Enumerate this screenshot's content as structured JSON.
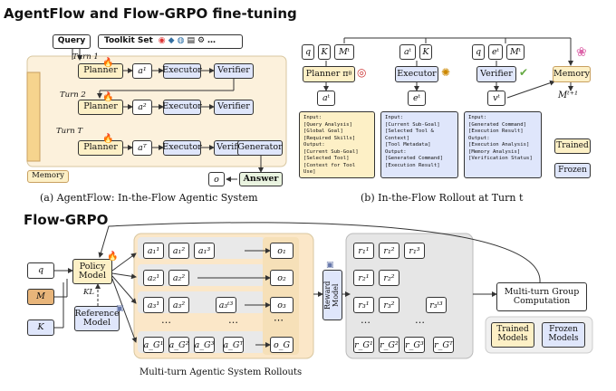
{
  "title_top": "AgentFlow and Flow-GRPO fine-tuning",
  "title_bottom": "Flow-GRPO",
  "panel_a": {
    "query": "Query",
    "toolkit": "Toolkit Set",
    "turns": [
      "Turn 1",
      "Turn 2",
      "Turn T"
    ],
    "planner": "Planner",
    "executor": "Executor",
    "verifier": "Verifier",
    "generator": "Generator",
    "answer": "Answer",
    "actions": [
      "a¹",
      "a²",
      "aᵀ"
    ],
    "o_label": "o",
    "memory_legend": "Memory",
    "caption": "(a) AgentFlow: In-the-Flow Agentic System"
  },
  "panel_b": {
    "inputs_planner": [
      "q",
      "K",
      "Mᵗ"
    ],
    "inputs_executor": [
      "aᵗ",
      "K"
    ],
    "inputs_verifier": [
      "q",
      "eᵗ",
      "Mᵗ"
    ],
    "planner": "Planner π",
    "planner_sub": "θ",
    "executor": "Executor",
    "verifier": "Verifier",
    "memory": "Memory",
    "outputs": [
      "aᵗ",
      "eᵗ",
      "vᵗ"
    ],
    "memory_next": "Mᵗ⁺¹",
    "info_planner": "Input:\n[Query Analysis]\n[Global Goal]\n[Required Skills]\nOutput:\n[Current Sub-Goal]\n[Selected Tool]\n[Context for Tool Use]",
    "info_executor": "Input:\n[Current Sub-Goal]\n[Selected Tool &\nContext]\n[Tool Metadata]\nOutput:\n[Generated Command]\n[Execution Result]",
    "info_verifier": "Input:\n[Generated Command]\n[Execution Result]\nOutput:\n[Execution Analysis]\n[Memory Analysis]\n[Verification Status]",
    "legend_trained": "Trained",
    "legend_frozen": "Frozen",
    "caption": "(b) In-the-Flow Rollout at Turn t"
  },
  "panel_c": {
    "inputs": [
      "q",
      "M",
      "K"
    ],
    "policy_model": "Policy Model",
    "reference_model": "Reference Model",
    "kl": "KL",
    "reward_model": "Reward Model",
    "group_computation": "Multi-turn Group Computation",
    "trained_models": "Trained Models",
    "frozen_models": "Frozen Models",
    "rows": [
      {
        "actions": [
          "a₁¹",
          "a₁²",
          "a₁³"
        ],
        "output": "o₁",
        "rewards": [
          "r₁¹",
          "r₁²",
          "r₁³"
        ]
      },
      {
        "actions": [
          "a₂¹",
          "a₂²"
        ],
        "output": "o₂",
        "rewards": [
          "r₂¹",
          "r₂²"
        ]
      },
      {
        "actions": [
          "a₃¹",
          "a₃²",
          "a₃ᵗ³"
        ],
        "output": "o₃",
        "rewards": [
          "r₃¹",
          "r₃²",
          "r₃ᵗ³"
        ]
      },
      {
        "actions": [
          "a_G¹",
          "a_G²",
          "a_G³",
          "a_Gᵀ"
        ],
        "output": "o_G",
        "rewards": [
          "r_G¹",
          "r_G²",
          "r_G³",
          "r_Gᵀ"
        ]
      }
    ],
    "caption": "Multi-turn Agentic System Rollouts"
  }
}
